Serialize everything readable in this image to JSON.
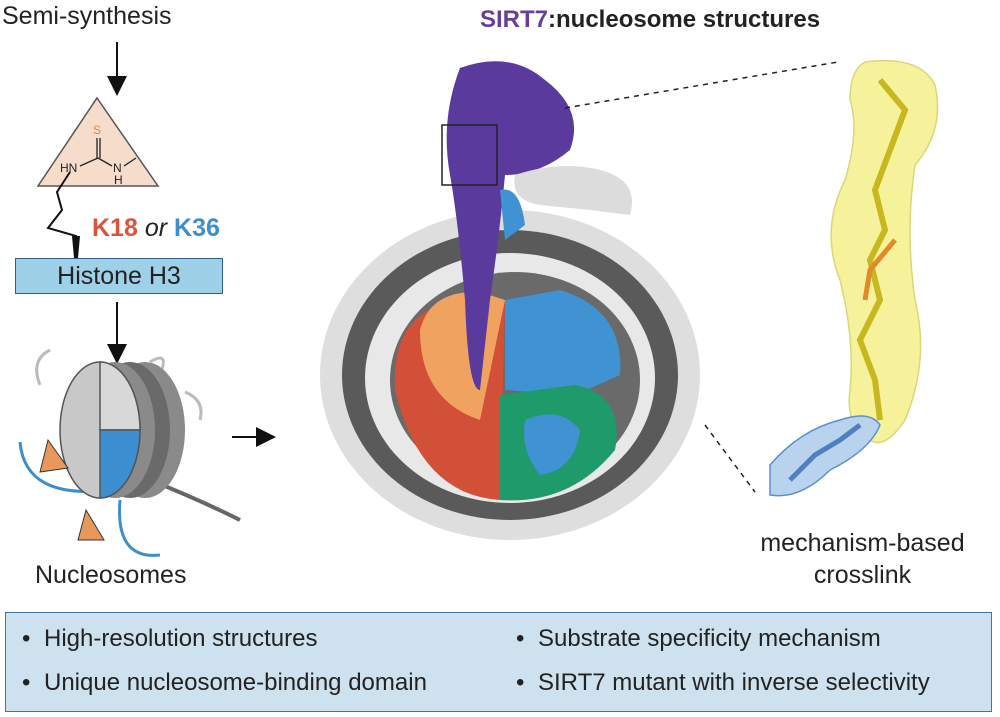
{
  "title": {
    "sirt7": "SIRT7",
    "rest": ":nucleosome structures"
  },
  "workflow": {
    "semi_synthesis": "Semi-synthesis",
    "k18": "K18",
    "or": "or",
    "k36": "K36",
    "histone": "Histone H3",
    "nucleosomes": "Nucleosomes"
  },
  "chem": {
    "s": "S",
    "hn": "HN",
    "n": "N",
    "h": "H"
  },
  "crosslink": {
    "line1": "mechanism-based",
    "line2": "crosslink"
  },
  "bullets": {
    "b1": "High-resolution structures",
    "b2": "Unique nucleosome-binding domain",
    "b3": "Substrate specificity mechanism",
    "b4": "SIRT7 mutant with inverse selectivity",
    "marker": "•"
  },
  "colors": {
    "sirt7": "#6a3d9a",
    "k18": "#d9553b",
    "k36": "#3b8fd0",
    "histone_fill": "#9ed0e8",
    "panel_fill": "#cde2ee"
  }
}
